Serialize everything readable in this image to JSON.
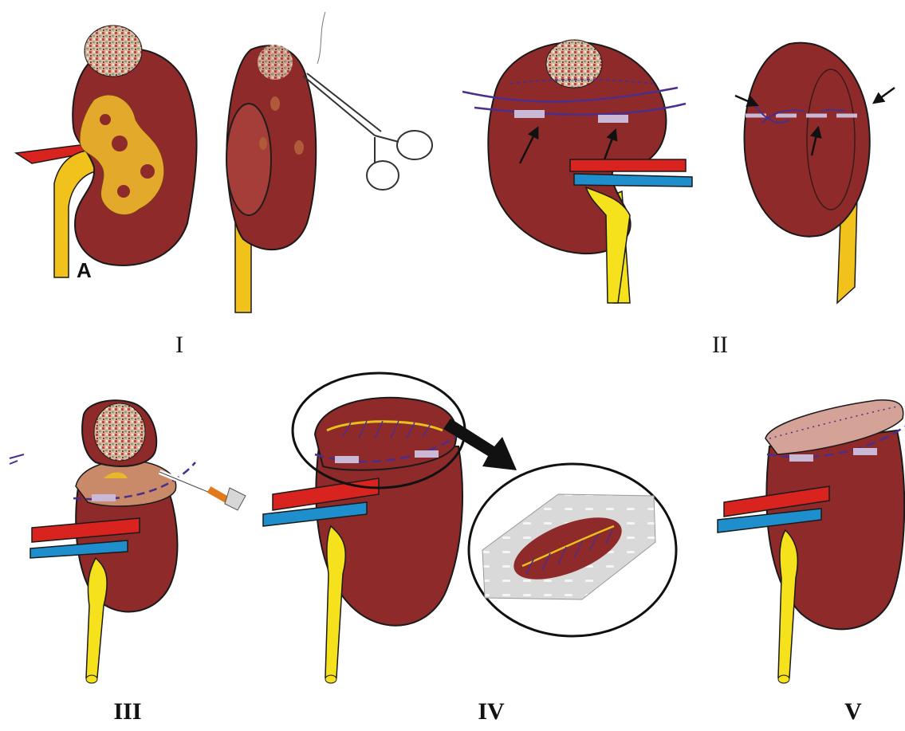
{
  "figure": {
    "panel_letter": "A",
    "steps": [
      {
        "id": "step-1",
        "label": "I"
      },
      {
        "id": "step-2",
        "label": "II"
      },
      {
        "id": "step-3",
        "label": "III"
      },
      {
        "id": "step-4",
        "label": "IV"
      },
      {
        "id": "step-5",
        "label": "V"
      }
    ]
  },
  "colors": {
    "kidney": "#8e2a2a",
    "kidney_light": "#b84a42",
    "tumor": "#d8b8a0",
    "ureter": "#f2d21c",
    "collecting_system": "#e3a92a",
    "artery": "#d9231e",
    "vein": "#1e8fcc",
    "suture": "#4b2d8c",
    "bolster": "#c9b8d6",
    "outline": "#1a1a1a",
    "pledget": "#d7d7d7"
  }
}
